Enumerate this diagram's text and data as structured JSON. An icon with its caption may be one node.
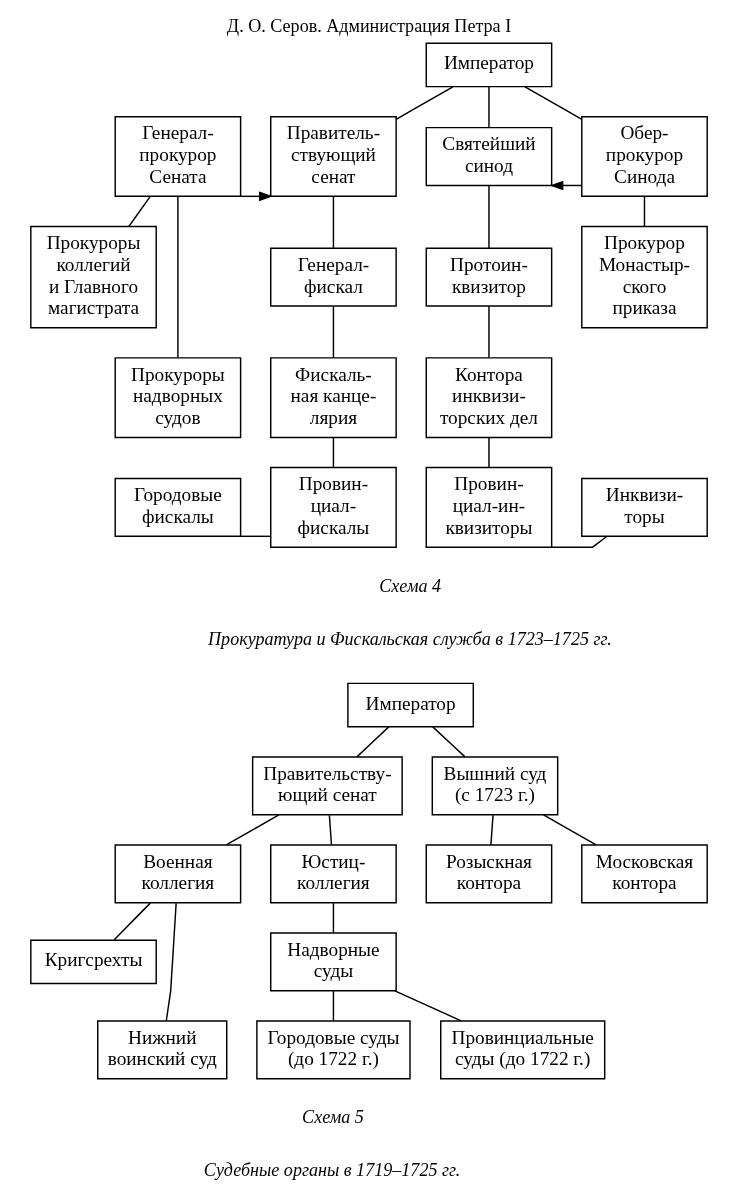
{
  "diagram": {
    "title": "Д. О. Серов. Администрация Петра I",
    "nodes": [
      {
        "text": [
          "Император"
        ]
      },
      {
        "text": [
          "Генерал- прокурор Сената"
        ]
      },
      {
        "text": [
          "Правитель- ствующий сенат"
        ]
      },
      {
        "text": [
          "Святейший синод"
        ]
      },
      {
        "text": [
          "Обер- прокурор Синода"
        ]
      },
      {
        "text": [
          "Прокуроры коллегий и Главного магистрата"
        ]
      },
      {
        "text": [
          "Генерал- фискал"
        ]
      },
      {
        "text": [
          "Протоин- квизитор"
        ]
      },
      {
        "text": [
          "Прокурор Монастыр- ского приказа"
        ]
      },
      {
        "text": [
          "Прокуроры надворных судов"
        ]
      },
      {
        "text": [
          "Фискаль- ная канце- лярия"
        ]
      },
      {
        "text": [
          "Контора инквизи- торских дел"
        ]
      },
      {
        "text": [
          "Городовые фискалы"
        ]
      },
      {
        "text": [
          "Провин- циал- фискалы"
        ]
      },
      {
        "text": [
          "Провин- циал-ин- квизиторы"
        ]
      },
      {
        "text": [
          "Инквизи- торы"
        ]
      },
      {
        "text": [
          "Император"
        ]
      },
      {
        "text": [
          "Правительству- ющий сенат"
        ]
      },
      {
        "text": [
          "Вышний суд (с 1723 г.)"
        ]
      },
      {
        "text": [
          "Военная коллегия"
        ]
      },
      {
        "text": [
          "Юстиц- коллегия"
        ]
      },
      {
        "text": [
          "Розыскная контора"
        ]
      },
      {
        "text": [
          "Московская контора"
        ]
      },
      {
        "text": [
          "Кригсрехты"
        ]
      },
      {
        "text": [
          "Надворные суды"
        ]
      },
      {
        "text": [
          "Нижний воинский суд"
        ]
      },
      {
        "text": [
          "Городовые суды (до 1722 г.)"
        ]
      },
      {
        "text": [
          "Провинциальные суды (до 1722 г.)"
        ]
      }
    ],
    "edges": [
      {
        "from": 0,
        "to": 2,
        "arrow": "none"
      },
      {
        "from": 0,
        "to": 3,
        "arrow": "none"
      },
      {
        "from": 0,
        "to": 4,
        "arrow": "none"
      },
      {
        "from": 1,
        "to": 2,
        "arrow": "to"
      },
      {
        "from": 4,
        "to": 3,
        "arrow": "to"
      },
      {
        "from": 1,
        "to": 5,
        "arrow": "none"
      },
      {
        "from": 1,
        "to": 9,
        "arrow": "none"
      },
      {
        "from": 2,
        "to": 6,
        "arrow": "none"
      },
      {
        "from": 6,
        "to": 10,
        "arrow": "none"
      },
      {
        "from": 10,
        "to": 13,
        "arrow": "none"
      },
      {
        "from": 12,
        "to": 13,
        "arrow": "none"
      },
      {
        "from": 3,
        "to": 7,
        "arrow": "none"
      },
      {
        "from": 7,
        "to": 11,
        "arrow": "none"
      },
      {
        "from": 11,
        "to": 14,
        "arrow": "none"
      },
      {
        "from": 14,
        "to": 15,
        "arrow": "none"
      },
      {
        "from": 4,
        "to": 8,
        "arrow": "none"
      },
      {
        "from": 16,
        "to": 17,
        "arrow": "none"
      },
      {
        "from": 16,
        "to": 18,
        "arrow": "none"
      },
      {
        "from": 17,
        "to": 19,
        "arrow": "none"
      },
      {
        "from": 17,
        "to": 20,
        "arrow": "none"
      },
      {
        "from": 18,
        "to": 21,
        "arrow": "none"
      },
      {
        "from": 18,
        "to": 22,
        "arrow": "none"
      },
      {
        "from": 19,
        "to": 23,
        "arrow": "none"
      },
      {
        "from": 19,
        "to": 25,
        "arrow": "none"
      },
      {
        "from": 20,
        "to": 24,
        "arrow": "none"
      },
      {
        "from": 24,
        "to": 26,
        "arrow": "none"
      },
      {
        "from": 24,
        "to": 27,
        "arrow": "none"
      }
    ],
    "labels": [
      "Схема 4",
      "Прокуратура и Фискальская служба в 1723–1725 гг.",
      "Схема 5",
      "Судебные органы в 1719–1725 гг."
    ]
  }
}
